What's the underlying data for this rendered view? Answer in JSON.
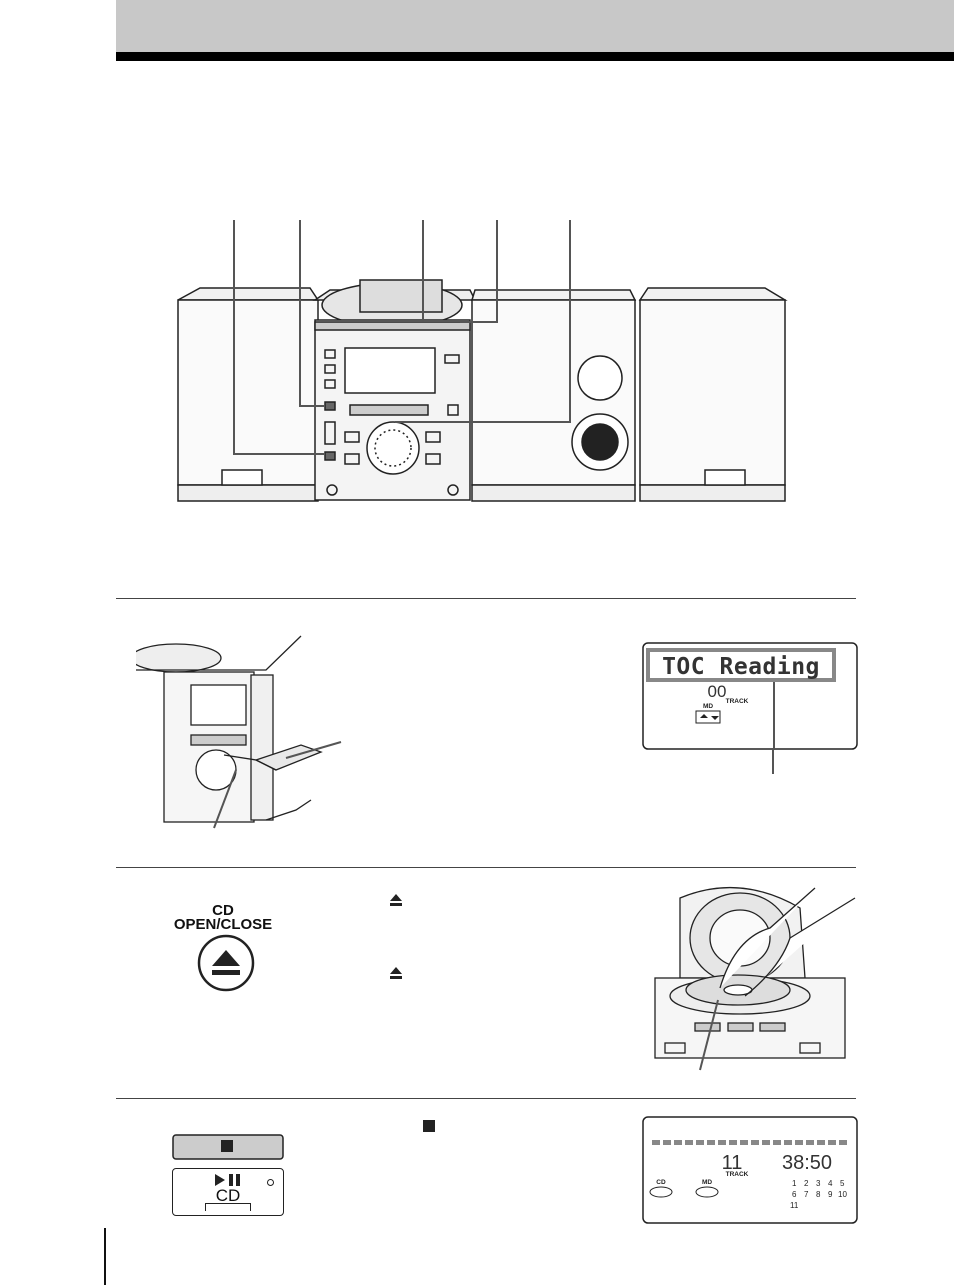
{
  "lcd_toc": {
    "main_text": "TOC Reading",
    "track_number": "00",
    "track_label": "TRACK",
    "source_label": "MD"
  },
  "cd_button": {
    "line1": "CD",
    "line2": "OPEN/CLOSE"
  },
  "play_button": {
    "label": "CD"
  },
  "lcd_clock": {
    "track_number": "11",
    "time": "38:50",
    "track_label": "TRACK",
    "cd_label": "CD",
    "md_label": "MD",
    "track_grid": [
      "1",
      "2",
      "3",
      "4",
      "5",
      "6",
      "7",
      "8",
      "9",
      "10",
      "11"
    ]
  }
}
